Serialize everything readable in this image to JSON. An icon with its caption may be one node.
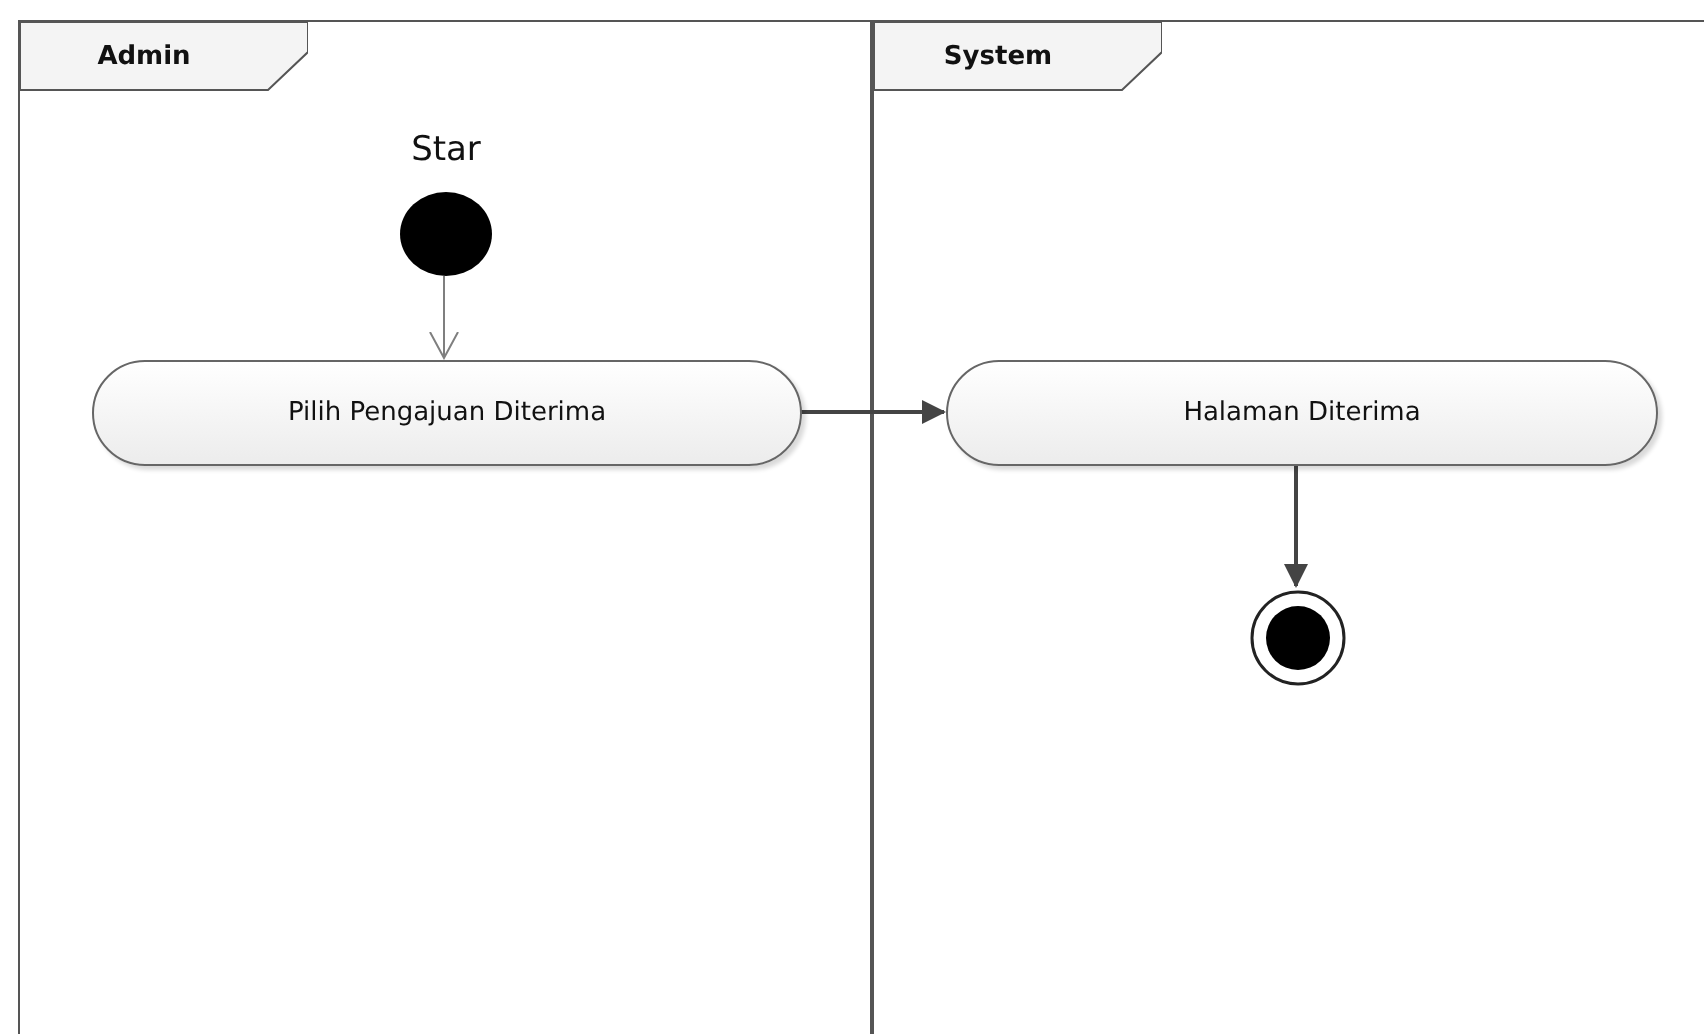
{
  "diagram": {
    "nodes": [
      {
        "text": [
          "Admin"
        ]
      },
      {
        "text": [
          "System"
        ]
      },
      {
        "text": [],
        "shape": "circle",
        "in": 0,
        "beside": [
          "Star"
        ]
      },
      {
        "text": [
          "Pilih Pengajuan Diterima"
        ],
        "in": 0
      },
      {
        "text": [
          "Halaman Diterima"
        ],
        "in": 1
      },
      {
        "text": [],
        "shape": "circle",
        "in": 1
      }
    ],
    "edges": [
      {
        "from": 2,
        "to": 3,
        "arrow": "to",
        "color": "#7f7f7f"
      },
      {
        "from": 3,
        "to": 4,
        "arrow": "to"
      },
      {
        "from": 4,
        "to": 5,
        "arrow": "to"
      }
    ]
  }
}
